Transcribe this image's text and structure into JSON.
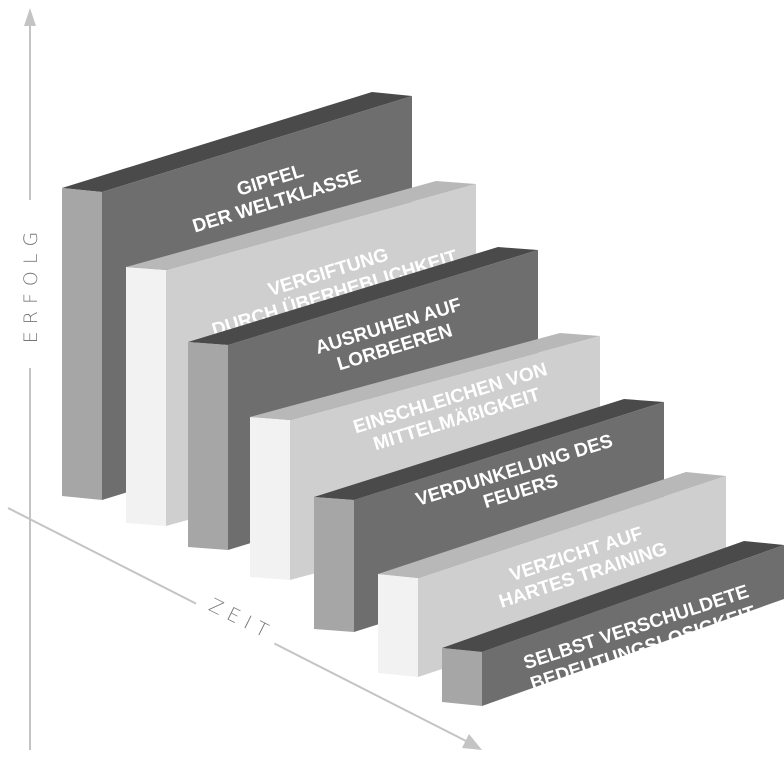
{
  "axes": {
    "y_label": "ERFOLG",
    "x_label": "ZEIT"
  },
  "colors": {
    "dark_front": "#6e6e6e",
    "dark_top": "#4a4a4a",
    "dark_side": "#a6a6a6",
    "light_front": "#cfcfcf",
    "light_top": "#b8b8b8",
    "light_side": "#f2f2f2",
    "axis": "#c4c4c4"
  },
  "stages": [
    {
      "lines": [
        "GIPFEL",
        "DER WELTKLASSE"
      ],
      "tone": "dark"
    },
    {
      "lines": [
        "VERGIFTUNG",
        "DURCH ÜBERHEBLICHKEIT"
      ],
      "tone": "light"
    },
    {
      "lines": [
        "AUSRUHEN AUF",
        "LORBEEREN"
      ],
      "tone": "dark"
    },
    {
      "lines": [
        "EINSCHLEICHEN VON",
        "MITTELMÄßIGKEIT"
      ],
      "tone": "light"
    },
    {
      "lines": [
        "VERDUNKELUNG DES",
        "FEUERS"
      ],
      "tone": "dark"
    },
    {
      "lines": [
        "VERZICHT AUF",
        "HARTES TRAINING"
      ],
      "tone": "light"
    },
    {
      "lines": [
        "SELBST VERSCHULDETE",
        "BEDEUTUNGSLOSIGKEIT"
      ],
      "tone": "dark"
    }
  ]
}
